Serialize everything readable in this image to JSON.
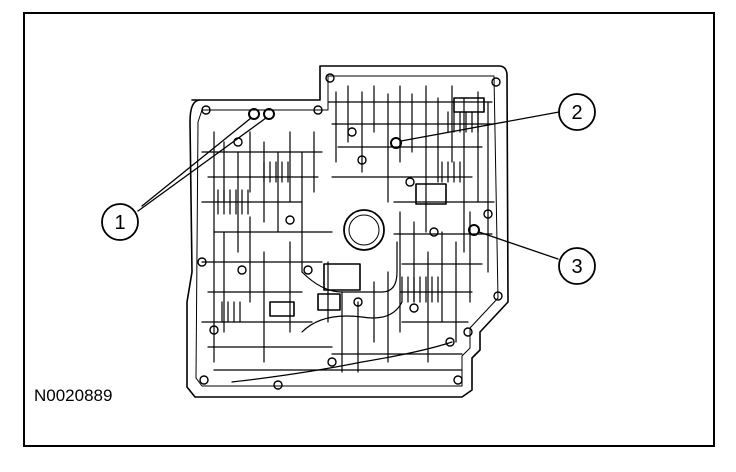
{
  "figure": {
    "id_label": "N0020889",
    "line_color": "#000000",
    "background": "#ffffff"
  },
  "callouts": [
    {
      "number": "1"
    },
    {
      "number": "2"
    },
    {
      "number": "3"
    }
  ]
}
